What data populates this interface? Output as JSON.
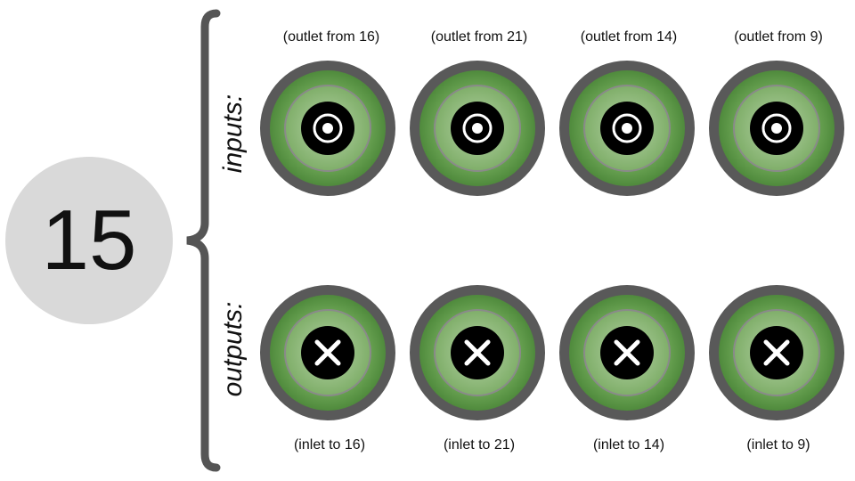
{
  "node": {
    "id": "15"
  },
  "inputs": {
    "label": "inputs:",
    "ports": [
      {
        "label": "(outlet from 16)",
        "icon": "target-icon"
      },
      {
        "label": "(outlet from 21)",
        "icon": "target-icon"
      },
      {
        "label": "(outlet from 14)",
        "icon": "target-icon"
      },
      {
        "label": "(outlet from 9)",
        "icon": "target-icon"
      }
    ]
  },
  "outputs": {
    "label": "outputs:",
    "ports": [
      {
        "label": "(inlet to 16)",
        "icon": "x-icon"
      },
      {
        "label": "(inlet to 21)",
        "icon": "x-icon"
      },
      {
        "label": "(inlet to 14)",
        "icon": "x-icon"
      },
      {
        "label": "(inlet to 9)",
        "icon": "x-icon"
      }
    ]
  },
  "colors": {
    "node_fill": "#d9d9d9",
    "ring_outer": "#595959",
    "green": "#5f9a4a",
    "inner_black": "#000000",
    "brace": "#555555"
  }
}
